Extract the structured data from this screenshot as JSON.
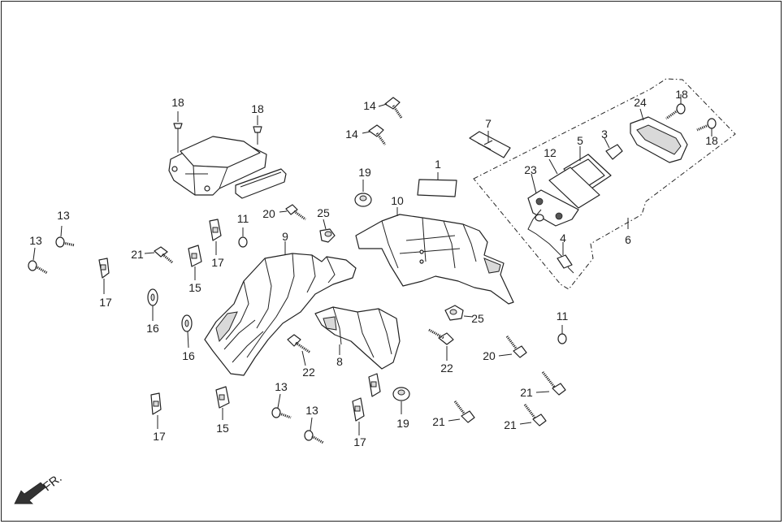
{
  "diagram": {
    "direction_label": "FR.",
    "callouts": [
      {
        "id": "c1",
        "text": "1"
      },
      {
        "id": "c3",
        "text": "3"
      },
      {
        "id": "c4",
        "text": "4"
      },
      {
        "id": "c5",
        "text": "5"
      },
      {
        "id": "c6",
        "text": "6"
      },
      {
        "id": "c7",
        "text": "7"
      },
      {
        "id": "c8",
        "text": "8"
      },
      {
        "id": "c9",
        "text": "9"
      },
      {
        "id": "c10",
        "text": "10"
      },
      {
        "id": "c11a",
        "text": "11"
      },
      {
        "id": "c11b",
        "text": "11"
      },
      {
        "id": "c12",
        "text": "12"
      },
      {
        "id": "c13a",
        "text": "13"
      },
      {
        "id": "c13b",
        "text": "13"
      },
      {
        "id": "c13c",
        "text": "13"
      },
      {
        "id": "c13d",
        "text": "13"
      },
      {
        "id": "c14a",
        "text": "14"
      },
      {
        "id": "c14b",
        "text": "14"
      },
      {
        "id": "c15a",
        "text": "15"
      },
      {
        "id": "c15b",
        "text": "15"
      },
      {
        "id": "c16a",
        "text": "16"
      },
      {
        "id": "c16b",
        "text": "16"
      },
      {
        "id": "c17a",
        "text": "17"
      },
      {
        "id": "c17b",
        "text": "17"
      },
      {
        "id": "c17c",
        "text": "17"
      },
      {
        "id": "c17d",
        "text": "17"
      },
      {
        "id": "c18a",
        "text": "18"
      },
      {
        "id": "c18b",
        "text": "18"
      },
      {
        "id": "c18c",
        "text": "18"
      },
      {
        "id": "c18d",
        "text": "18"
      },
      {
        "id": "c19a",
        "text": "19"
      },
      {
        "id": "c19b",
        "text": "19"
      },
      {
        "id": "c20a",
        "text": "20"
      },
      {
        "id": "c20b",
        "text": "20"
      },
      {
        "id": "c21a",
        "text": "21"
      },
      {
        "id": "c21b",
        "text": "21"
      },
      {
        "id": "c21c",
        "text": "21"
      },
      {
        "id": "c21d",
        "text": "21"
      },
      {
        "id": "c22a",
        "text": "22"
      },
      {
        "id": "c22b",
        "text": "22"
      },
      {
        "id": "c23",
        "text": "23"
      },
      {
        "id": "c24",
        "text": "24"
      },
      {
        "id": "c25a",
        "text": "25"
      },
      {
        "id": "c25b",
        "text": "25"
      }
    ]
  }
}
